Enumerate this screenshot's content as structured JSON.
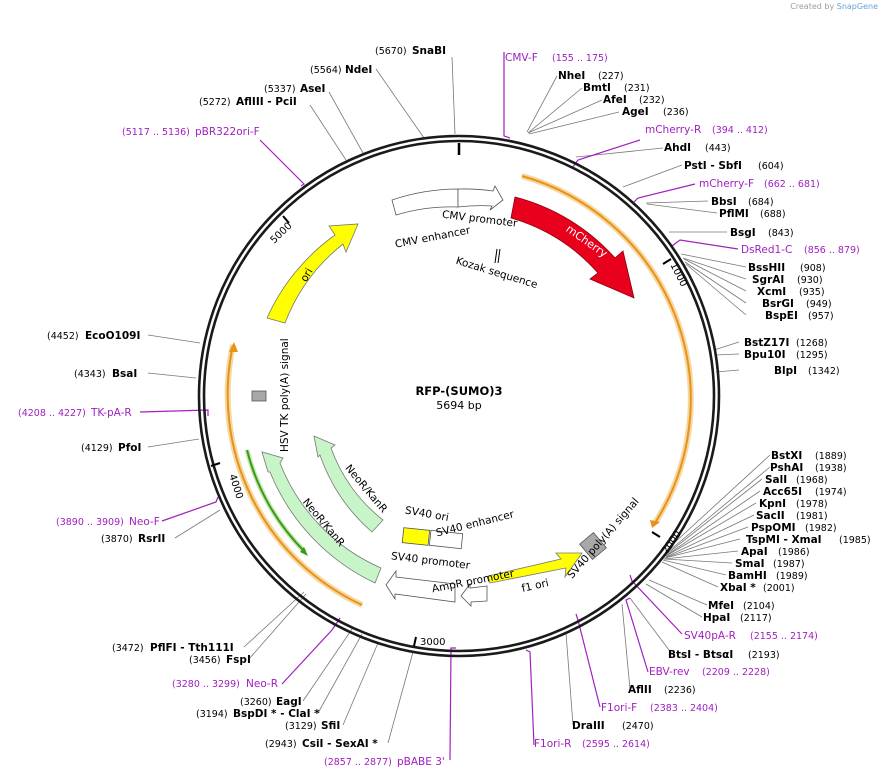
{
  "brand": {
    "created_by": "Created by",
    "app": "SnapGene"
  },
  "plasmid": {
    "name": "RFP-(SUMO)3",
    "length_label": "5694 bp",
    "length": 5694
  },
  "ticks": [
    "1000",
    "2000",
    "3000",
    "4000",
    "5000"
  ],
  "features": [
    {
      "name": "mCherry",
      "color": "#e8001c"
    },
    {
      "name": "ori",
      "color": "#ffff00"
    },
    {
      "name": "f1 ori",
      "color": "#ffff00"
    },
    {
      "name": "NeoR/KanR",
      "color": "#c8f5c8"
    },
    {
      "name": "NeoR/KanR",
      "color": "#c8f5c8"
    },
    {
      "name": "CMV enhancer",
      "color": "#ffffff"
    },
    {
      "name": "CMV promoter",
      "color": "#ffffff"
    },
    {
      "name": "SV40 ori",
      "color": "#ffff00"
    },
    {
      "name": "SV40 enhancer",
      "color": "#ffffff"
    },
    {
      "name": "SV40 promoter",
      "color": "#ffffff"
    },
    {
      "name": "AmpR promoter",
      "color": "#ffffff"
    },
    {
      "name": "SV40 poly(A) signal",
      "color": "#a0a0a0"
    },
    {
      "name": "HSV TK poly(A) signal",
      "color": "#a0a0a0"
    },
    {
      "name": "Kozak sequence",
      "color": "#000000"
    }
  ],
  "sites": [
    {
      "name": "SnaBI",
      "pos": "(5670)"
    },
    {
      "name": "NdeI",
      "pos": "(5564)"
    },
    {
      "name": "AseI",
      "pos": "(5337)"
    },
    {
      "name": "AflIII  - PciI",
      "pos": "(5272)"
    },
    {
      "name": "NheI",
      "pos": "(227)"
    },
    {
      "name": "BmtI",
      "pos": "(231)"
    },
    {
      "name": "AfeI",
      "pos": "(232)"
    },
    {
      "name": "AgeI",
      "pos": "(236)"
    },
    {
      "name": "AhdI",
      "pos": "(443)"
    },
    {
      "name": "PstI  - SbfI",
      "pos": "(604)"
    },
    {
      "name": "BbsI",
      "pos": "(684)"
    },
    {
      "name": "PflMI",
      "pos": "(688)"
    },
    {
      "name": "BsgI",
      "pos": "(843)"
    },
    {
      "name": "BssHII",
      "pos": "(908)"
    },
    {
      "name": "SgrAI",
      "pos": "(930)"
    },
    {
      "name": "XcmI",
      "pos": "(935)"
    },
    {
      "name": "BsrGI",
      "pos": "(949)"
    },
    {
      "name": "BspEI",
      "pos": "(957)"
    },
    {
      "name": "BstZ17I",
      "pos": "(1268)"
    },
    {
      "name": "Bpu10I",
      "pos": "(1295)"
    },
    {
      "name": "BlpI",
      "pos": "(1342)"
    },
    {
      "name": "EcoO109I",
      "pos": "(4452)"
    },
    {
      "name": "BsaI",
      "pos": "(4343)"
    },
    {
      "name": "PfoI",
      "pos": "(4129)"
    },
    {
      "name": "RsrII",
      "pos": "(3870)"
    },
    {
      "name": "BstXI",
      "pos": "(1889)"
    },
    {
      "name": "PshAI",
      "pos": "(1938)"
    },
    {
      "name": "SalI",
      "pos": "(1968)"
    },
    {
      "name": "Acc65I",
      "pos": "(1974)"
    },
    {
      "name": "KpnI",
      "pos": "(1978)"
    },
    {
      "name": "SacII",
      "pos": "(1981)"
    },
    {
      "name": "PspOMI",
      "pos": "(1982)"
    },
    {
      "name": "TspMI  - XmaI",
      "pos": "(1985)"
    },
    {
      "name": "ApaI",
      "pos": "(1986)"
    },
    {
      "name": "SmaI",
      "pos": "(1987)"
    },
    {
      "name": "BamHI",
      "pos": "(1989)"
    },
    {
      "name": "XbaI *",
      "pos": "(2001)"
    },
    {
      "name": "MfeI",
      "pos": "(2104)"
    },
    {
      "name": "HpaI",
      "pos": "(2117)"
    },
    {
      "name": "BtsI  - BtsαI",
      "pos": "(2193)"
    },
    {
      "name": "AflII",
      "pos": "(2236)"
    },
    {
      "name": "DraIII",
      "pos": "(2470)"
    },
    {
      "name": "PflFI  - Tth111I",
      "pos": "(3472)"
    },
    {
      "name": "FspI",
      "pos": "(3456)"
    },
    {
      "name": "EagI",
      "pos": "(3260)"
    },
    {
      "name": "BspDI *  - ClaI *",
      "pos": "(3194)"
    },
    {
      "name": "SfiI",
      "pos": "(3129)"
    },
    {
      "name": "CsiI  - SexAI *",
      "pos": "(2943)"
    }
  ],
  "primers": [
    {
      "name": "CMV-F",
      "range": "(155 .. 175)"
    },
    {
      "name": "pBR322ori-F",
      "range": "(5117 .. 5136)"
    },
    {
      "name": "mCherry-R",
      "range": "(394 .. 412)"
    },
    {
      "name": "mCherry-F",
      "range": "(662 .. 681)"
    },
    {
      "name": "DsRed1-C",
      "range": "(856 .. 879)"
    },
    {
      "name": "TK-pA-R",
      "range": "(4208 .. 4227)"
    },
    {
      "name": "Neo-F",
      "range": "(3890 .. 3909)"
    },
    {
      "name": "SV40pA-R",
      "range": "(2155 .. 2174)"
    },
    {
      "name": "EBV-rev",
      "range": "(2209 .. 2228)"
    },
    {
      "name": "F1ori-F",
      "range": "(2383 .. 2404)"
    },
    {
      "name": "F1ori-R",
      "range": "(2595 .. 2614)"
    },
    {
      "name": "Neo-R",
      "range": "(3280 .. 3299)"
    },
    {
      "name": "pBABE 3'",
      "range": "(2857 .. 2877)"
    }
  ],
  "colors": {
    "backbone": "#1a1a1a",
    "primer": "#a020c0",
    "orf": "#f0a020",
    "orf_glow": "#f5d080",
    "leader": "#777777",
    "neo_orf": "#3b9a1a"
  }
}
